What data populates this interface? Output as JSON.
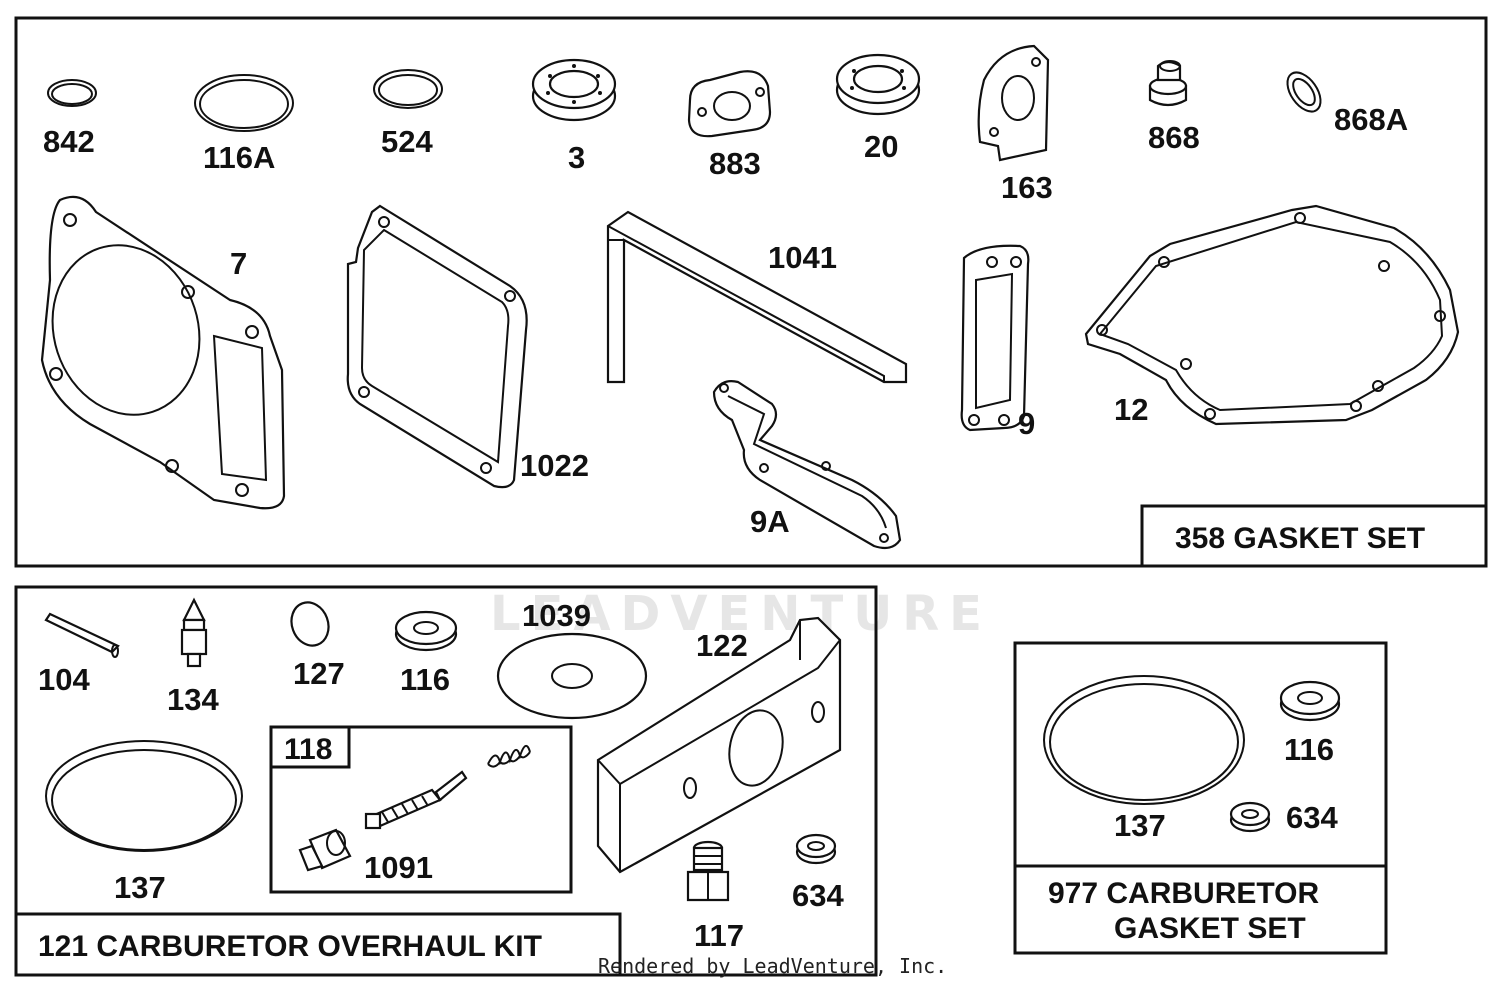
{
  "watermark": "LEADVENTURE",
  "footer": "Rendered by LeadVenture, Inc.",
  "gasket_set": {
    "title": "358 GASKET SET",
    "labels": {
      "p842": "842",
      "p116a": "116A",
      "p524": "524",
      "p3": "3",
      "p883": "883",
      "p20": "20",
      "p163": "163",
      "p868": "868",
      "p868a": "868A",
      "p7": "7",
      "p1041": "1041",
      "p1022": "1022",
      "p9a": "9A",
      "p9": "9",
      "p12": "12"
    }
  },
  "overhaul_kit": {
    "title": "121 CARBURETOR OVERHAUL KIT",
    "labels": {
      "p104": "104",
      "p134": "134",
      "p127": "127",
      "p116": "116",
      "p1039": "1039",
      "p122": "122",
      "p137": "137",
      "p118": "118",
      "p1091": "1091",
      "p117": "117",
      "p634": "634"
    }
  },
  "carb_gasket_set": {
    "title_line1": "977 CARBURETOR",
    "title_line2": "GASKET SET",
    "labels": {
      "p137": "137",
      "p116": "116",
      "p634": "634"
    }
  }
}
